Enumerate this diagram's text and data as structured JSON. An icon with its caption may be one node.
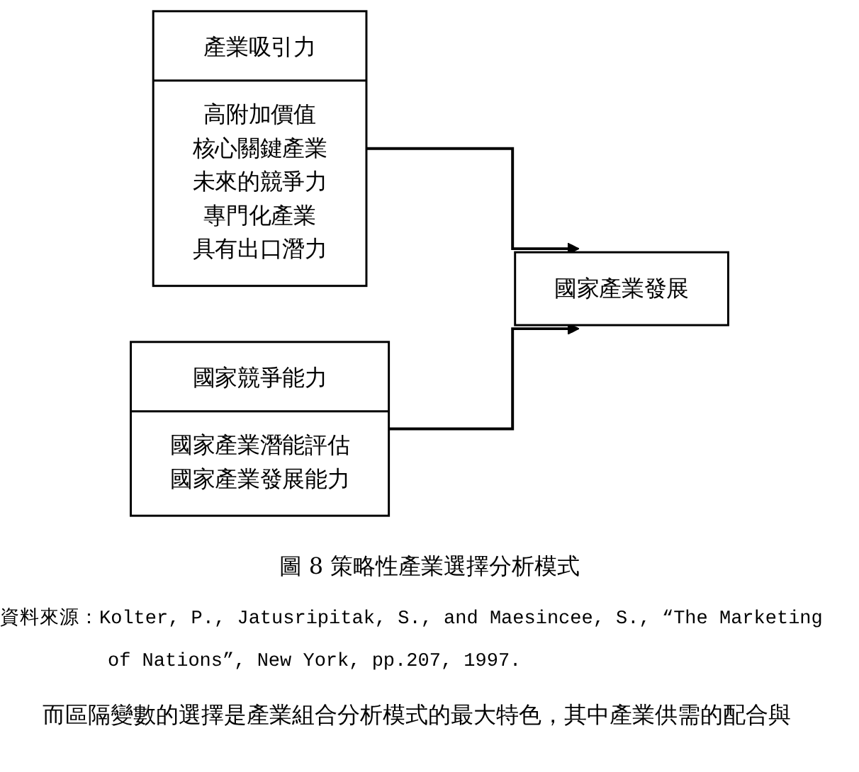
{
  "diagram": {
    "caption": "圖 8 策略性產業選擇分析模式",
    "nodes": [
      {
        "text": [
          "產業吸引力",
          "高附加價值",
          "核心關鍵產業",
          "未來的競爭力",
          "專門化產業",
          "具有出口潛力"
        ]
      },
      {
        "text": [
          "國家競爭能力",
          "國家產業潛能評估",
          "國家產業發展能力"
        ]
      },
      {
        "text": [
          "國家產業發展"
        ]
      }
    ],
    "edges": [
      {
        "from": 0,
        "to": 2,
        "arrow": "to"
      },
      {
        "from": 1,
        "to": 2,
        "arrow": "to"
      }
    ],
    "labels": [
      "資料來源：Kolter, P., Jatusripitak, S., and Maesincee, S., “The Marketing of Nations”, New York, pp.207, 1997.",
      "而區隔變數的選擇是產業組合分析模式的最大特色，其中產業供需的配合與"
    ]
  }
}
